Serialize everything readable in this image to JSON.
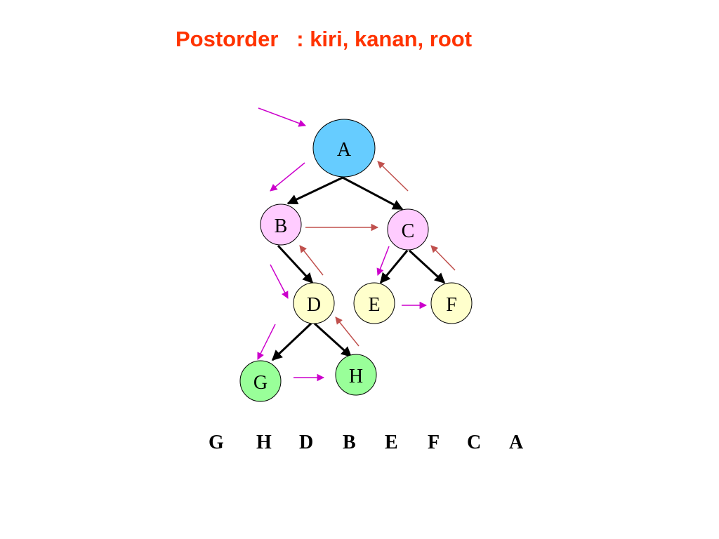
{
  "title": "Postorder   : kiri, kanan, root",
  "colors": {
    "title": "#ff3300",
    "node_blue": "#66ccff",
    "node_pink": "#ffccff",
    "node_yellow": "#ffffcc",
    "node_green": "#99ff99",
    "arrow_magenta": "#cc00cc",
    "arrow_brown": "#c0504d"
  },
  "nodes": {
    "a": "A",
    "b": "B",
    "c": "C",
    "d": "D",
    "e": "E",
    "f": "F",
    "g": "G",
    "h": "H"
  },
  "sequence": [
    "G",
    "H",
    "D",
    "B",
    "E",
    "F",
    "C",
    "A"
  ]
}
